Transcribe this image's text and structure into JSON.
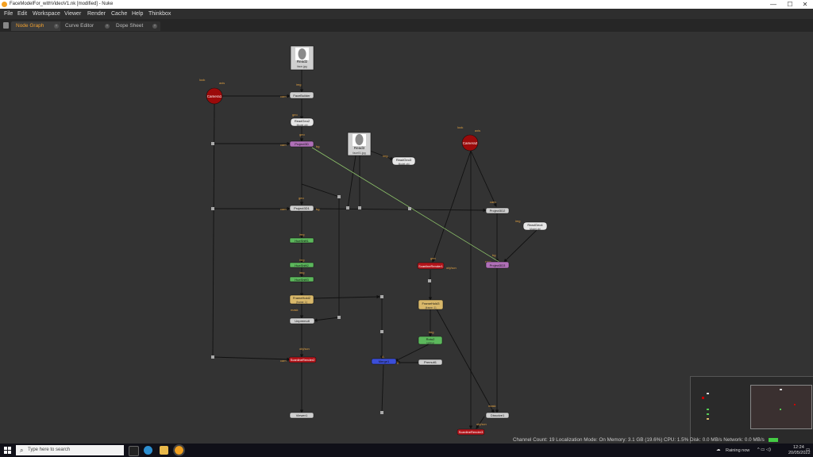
{
  "window": {
    "title": "FaceModelFor_withVideoV1.nk [modified] - Nuke",
    "controls": [
      "—",
      "☐",
      "✕"
    ]
  },
  "menu": [
    "File",
    "Edit",
    "Workspace",
    "Viewer",
    "Render",
    "Cache",
    "Help",
    "Thinkbox"
  ],
  "tabs": [
    {
      "label": "Node Graph",
      "active": true
    },
    {
      "label": "Curve Editor",
      "active": false
    },
    {
      "label": "Dope Sheet",
      "active": false
    }
  ],
  "nodes": {
    "read2": {
      "label": "Read2",
      "sub": "face.jpg"
    },
    "read3": {
      "label": "Read3",
      "sub": "face01.jpg"
    },
    "camera1": {
      "label": "Camera1"
    },
    "camera2": {
      "label": "Camera2"
    },
    "card": {
      "label": "FaceBuilder"
    },
    "readgeo2": {
      "label": "ReadGeo2",
      "sub": "Model.obj"
    },
    "readgeo3": {
      "label": "ReadGeo3",
      "sub": "Model.obj"
    },
    "readgeo4": {
      "label": "ReadGeo4",
      "sub": "Model.obj"
    },
    "project1": {
      "label": "Project3D"
    },
    "project2": {
      "label": "Project3D1"
    },
    "project3": {
      "label": "Project3D2"
    },
    "project4": {
      "label": "Project3D3"
    },
    "grade1": {
      "label": "HueShift1"
    },
    "grade2": {
      "label": "HueShift2"
    },
    "grade3": {
      "label": "HueShift3"
    },
    "framehold2": {
      "label": "FrameHold2",
      "sub": "(frame: 1)"
    },
    "framehold3": {
      "label": "FrameHold3",
      "sub": "(frame: 1)"
    },
    "mergeb": {
      "label": "Unpremult"
    },
    "scanline2": {
      "label": "ScanlineRender2"
    },
    "scanline1": {
      "label": "ScanlineRender1"
    },
    "scanline3": {
      "label": "ScanlineRender3"
    },
    "roto2": {
      "label": "Roto2",
      "sub": "(alpha)"
    },
    "premult": {
      "label": "Premult1"
    },
    "merge_blue": {
      "label": "Merge1"
    },
    "viewer1": {
      "label": "Viewer1"
    },
    "dissolve": {
      "label": "Dissolve1"
    }
  },
  "pins": {
    "look": "look",
    "axis": "axis",
    "img": "img",
    "cam": "cam",
    "geo": "geo",
    "bg": "bg",
    "obj_scn": "obj/scn",
    "mask": "mask",
    "A": "A",
    "B": "B"
  },
  "status_bar": "Channel Count: 19  Localization Mode: On  Memory: 3.1 GB (19.6%)  CPU: 1.5%  Disk: 0.0 MB/s  Network: 0.0 MB/s",
  "taskbar": {
    "search_placeholder": "Type here to search",
    "weather": "Raining now",
    "time": "12:24",
    "date": "20/05/2022"
  },
  "colors": {
    "camera": "#9b0a0a",
    "scanline": "#b3141a",
    "project": "#b070b8",
    "grade": "#5cb85c",
    "framehold": "#d9b86a",
    "merge": "#3b4ed8",
    "neutral": "#cfcfcf",
    "link_green": "#8ec46a"
  }
}
